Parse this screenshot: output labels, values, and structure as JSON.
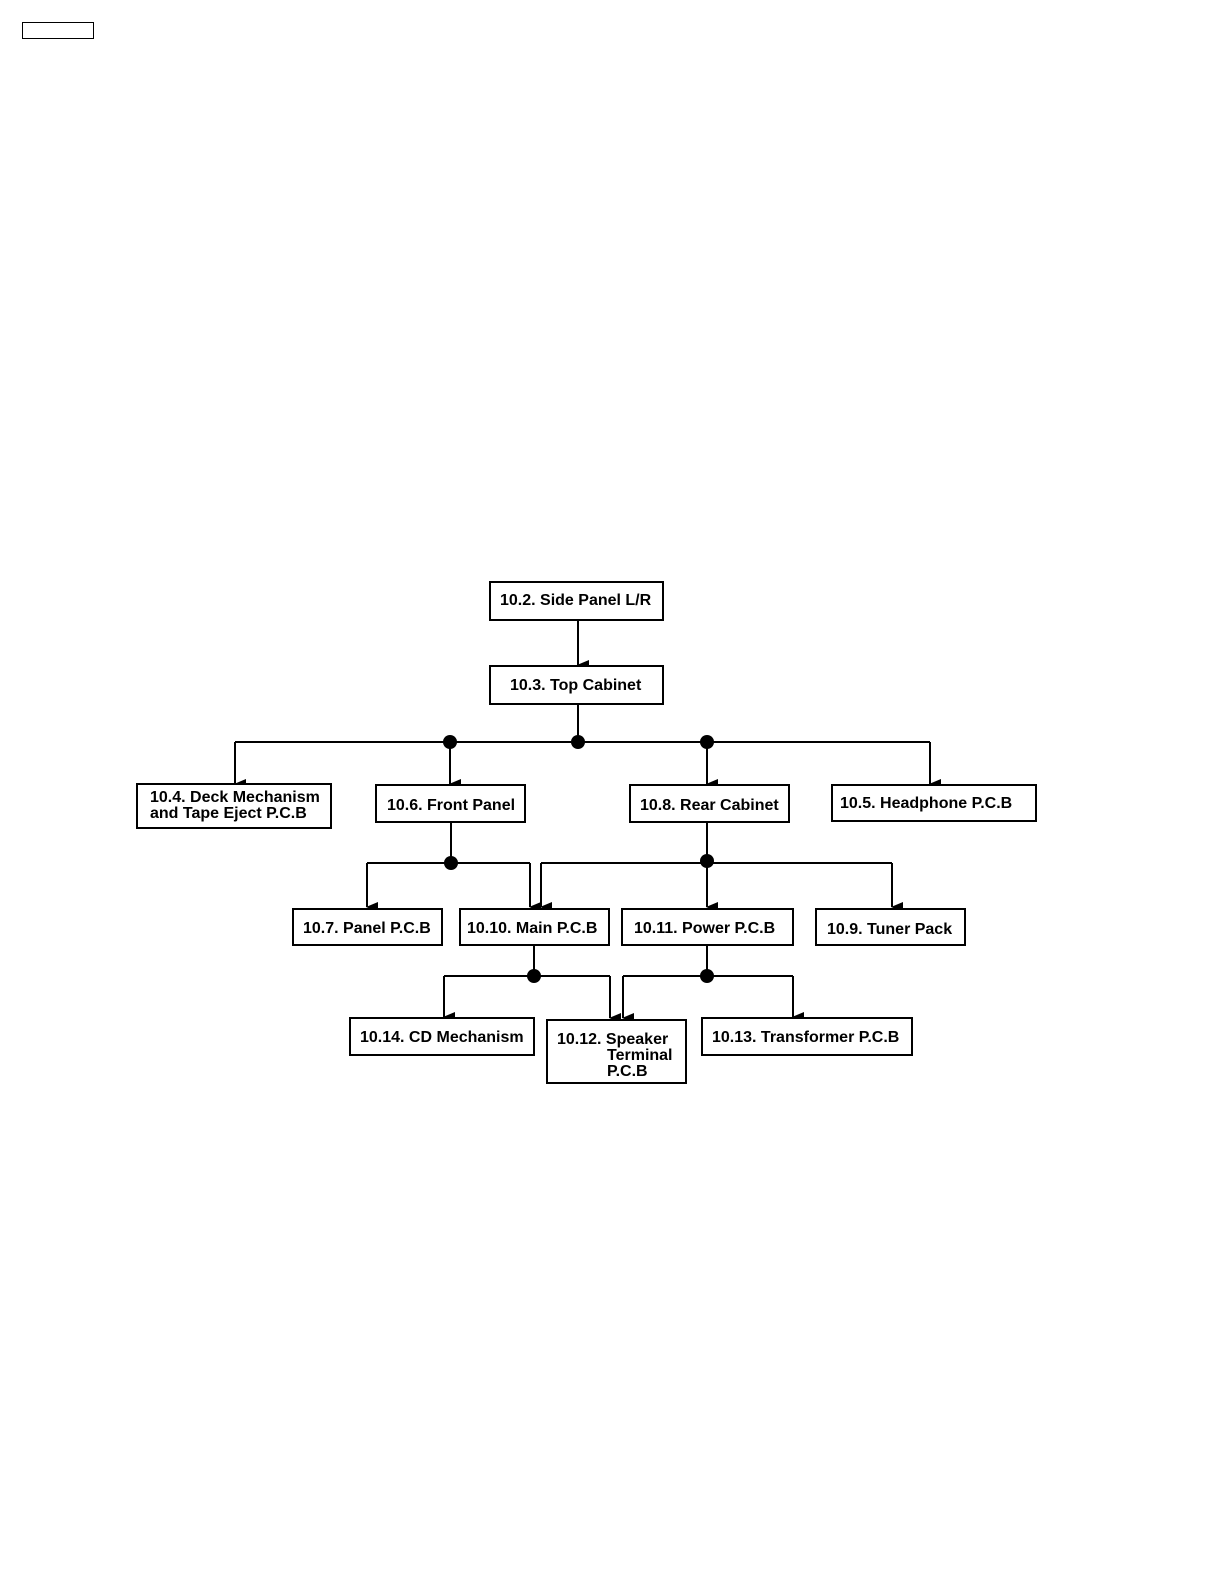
{
  "nodes": {
    "side_panel": "10.2. Side Panel L/R",
    "top_cabinet": "10.3. Top Cabinet",
    "deck_mechanism": [
      "10.4. Deck Mechanism",
      "and Tape Eject P.C.B"
    ],
    "front_panel": "10.6. Front Panel",
    "rear_cabinet": "10.8. Rear Cabinet",
    "headphone_pcb": "10.5. Headphone P.C.B",
    "panel_pcb": "10.7. Panel P.C.B",
    "main_pcb": "10.10. Main P.C.B",
    "power_pcb": "10.11. Power P.C.B",
    "tuner_pack": "10.9. Tuner Pack",
    "cd_mechanism": "10.14. CD Mechanism",
    "speaker_terminal_pcb": [
      "10.12. Speaker",
      "Terminal",
      "P.C.B"
    ],
    "transformer_pcb": "10.13. Transformer P.C.B"
  }
}
